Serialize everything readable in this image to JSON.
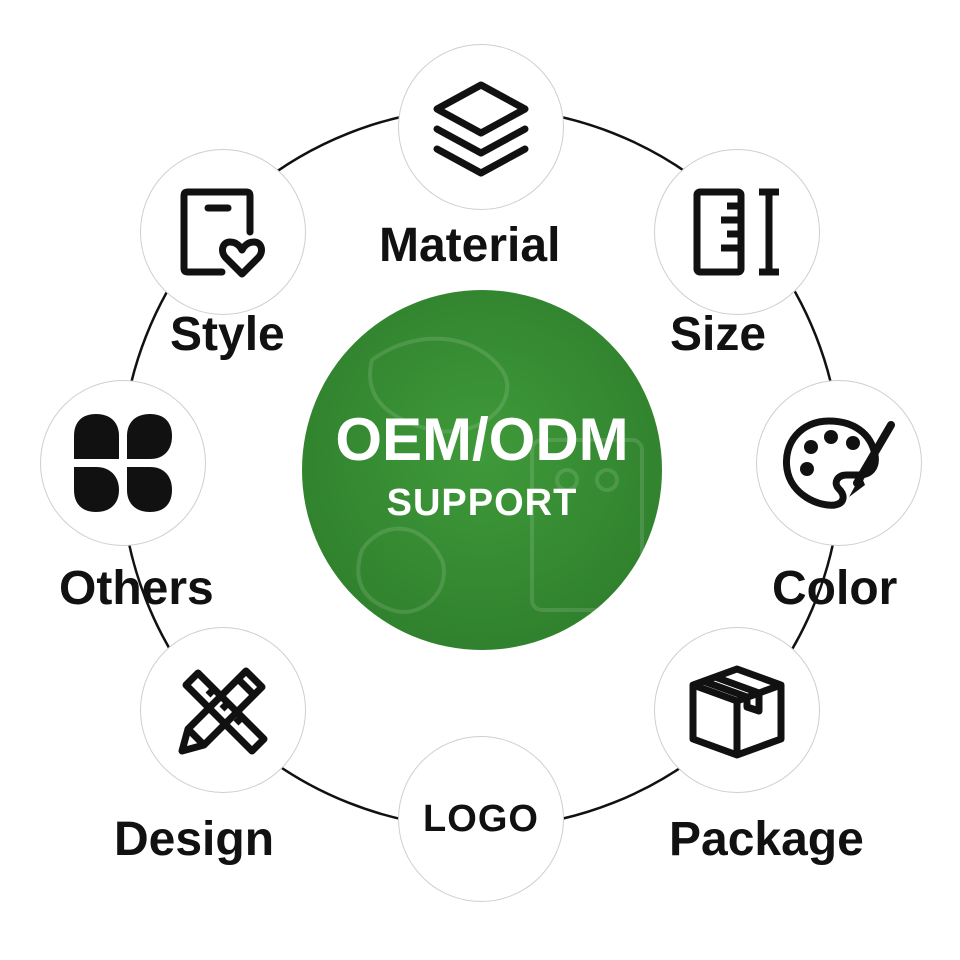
{
  "center": {
    "title": "OEM/ODM",
    "subtitle": "SUPPORT",
    "color": "#3a8a36"
  },
  "nodes": [
    {
      "key": "material",
      "label": "Material",
      "icon": "layers-icon"
    },
    {
      "key": "size",
      "label": "Size",
      "icon": "ruler-icon"
    },
    {
      "key": "color",
      "label": "Color",
      "icon": "palette-icon"
    },
    {
      "key": "package",
      "label": "Package",
      "icon": "box-icon"
    },
    {
      "key": "logo",
      "label": "LOGO",
      "icon": "logo-text"
    },
    {
      "key": "design",
      "label": "Design",
      "icon": "pencil-ruler-icon"
    },
    {
      "key": "others",
      "label": "Others",
      "icon": "four-petals-icon"
    },
    {
      "key": "style",
      "label": "Style",
      "icon": "tablet-heart-icon"
    }
  ],
  "ring_color": "#111111"
}
